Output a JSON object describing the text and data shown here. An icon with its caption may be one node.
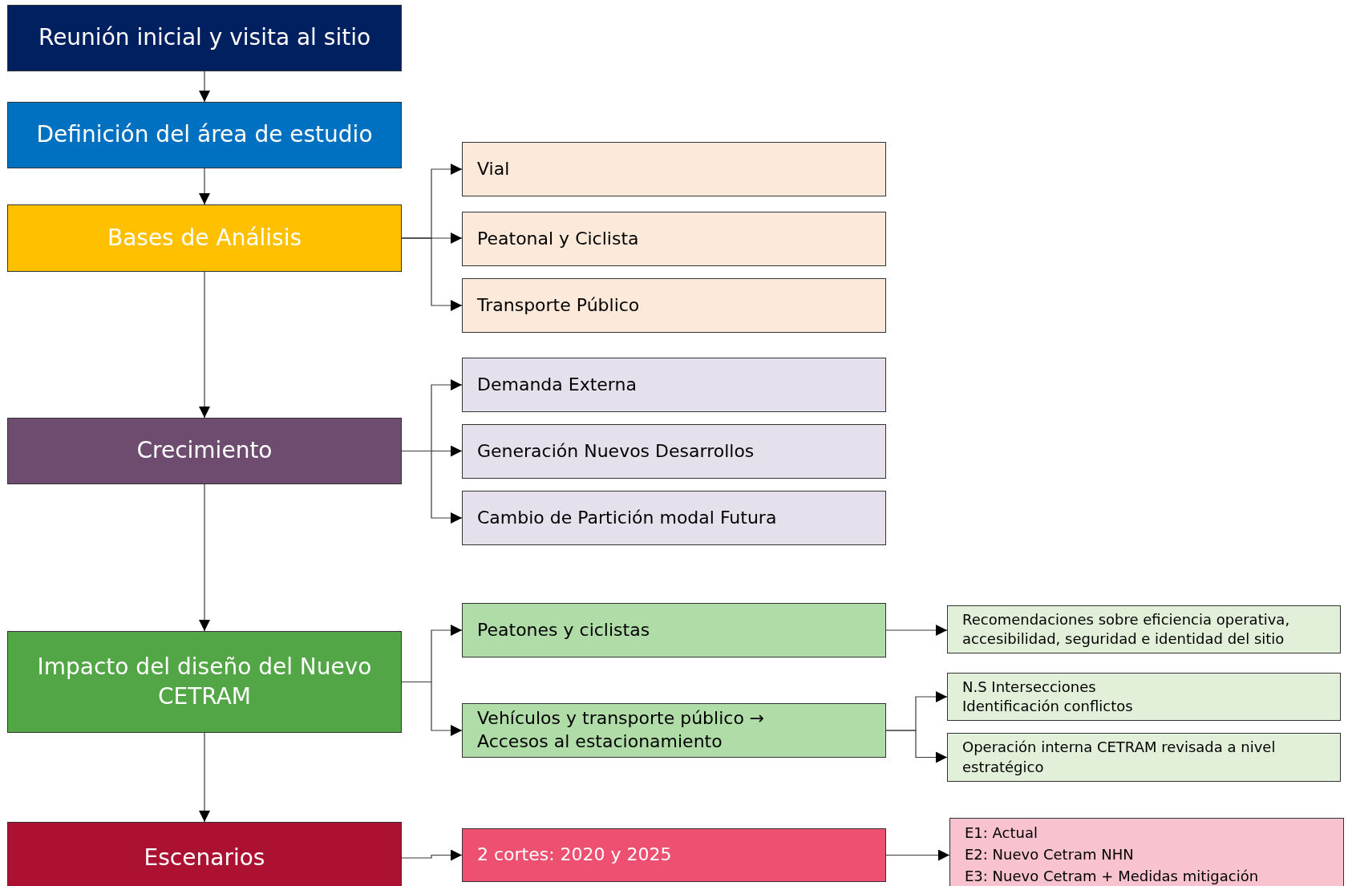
{
  "diagram": {
    "nodes": [
      {
        "text": [
          "Reunión inicial y visita al sitio"
        ]
      },
      {
        "text": [
          "Definición del área de estudio"
        ]
      },
      {
        "text": [
          "Bases de Análisis"
        ]
      },
      {
        "text": [
          "Crecimiento"
        ]
      },
      {
        "text": [
          "Impacto del diseño del Nuevo CETRAM"
        ]
      },
      {
        "text": [
          "Escenarios"
        ]
      },
      {
        "text": [
          "Vial"
        ]
      },
      {
        "text": [
          "Peatonal y Ciclista"
        ]
      },
      {
        "text": [
          "Transporte Público"
        ]
      },
      {
        "text": [
          "Demanda Externa"
        ]
      },
      {
        "text": [
          "Generación Nuevos Desarrollos"
        ]
      },
      {
        "text": [
          "Cambio de Partición modal Futura"
        ]
      },
      {
        "text": [
          "Peatones y ciclistas"
        ]
      },
      {
        "text": [
          "Vehículos y transporte público → Accesos al estacionamiento"
        ]
      },
      {
        "text": [
          "Recomendaciones sobre eficiencia operativa, accesibilidad, seguridad e identidad del sitio"
        ]
      },
      {
        "text": [
          "N.S Intersecciones",
          "Identificación  conflictos"
        ]
      },
      {
        "text": [
          "Operación interna CETRAM revisada a nivel estratégico"
        ]
      },
      {
        "text": [
          "2 cortes: 2020 y 2025"
        ]
      },
      {
        "text": [
          "E1: Actual",
          "E2: Nuevo Cetram NHN",
          "E3: Nuevo Cetram + Medidas  mitigación"
        ]
      }
    ],
    "edges": [
      {
        "from": 0,
        "to": 1,
        "arrow": "to"
      },
      {
        "from": 1,
        "to": 2,
        "arrow": "to"
      },
      {
        "from": 2,
        "to": 3,
        "arrow": "to"
      },
      {
        "from": 3,
        "to": 4,
        "arrow": "to"
      },
      {
        "from": 4,
        "to": 5,
        "arrow": "to"
      },
      {
        "from": 2,
        "to": 6,
        "arrow": "to"
      },
      {
        "from": 2,
        "to": 7,
        "arrow": "to"
      },
      {
        "from": 2,
        "to": 8,
        "arrow": "to"
      },
      {
        "from": 3,
        "to": 9,
        "arrow": "to"
      },
      {
        "from": 3,
        "to": 10,
        "arrow": "to"
      },
      {
        "from": 3,
        "to": 11,
        "arrow": "to"
      },
      {
        "from": 4,
        "to": 12,
        "arrow": "to"
      },
      {
        "from": 4,
        "to": 13,
        "arrow": "to"
      },
      {
        "from": 12,
        "to": 14,
        "arrow": "to"
      },
      {
        "from": 13,
        "to": 15,
        "arrow": "to"
      },
      {
        "from": 13,
        "to": 16,
        "arrow": "to"
      },
      {
        "from": 5,
        "to": 17,
        "arrow": "to"
      },
      {
        "from": 17,
        "to": 18,
        "arrow": "to"
      }
    ]
  }
}
